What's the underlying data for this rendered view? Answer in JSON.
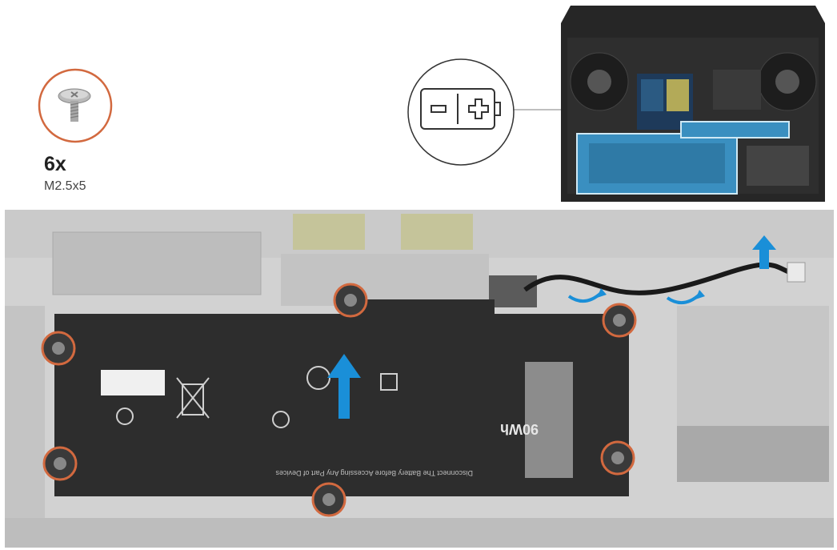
{
  "legend": {
    "screw_count": "6x",
    "screw_size": "M2.5x5"
  },
  "battery": {
    "capacity_text": "90Wh",
    "warning_text": "Disconnect The Battery Before Accessing Any Part of Devices"
  },
  "colors": {
    "callout_ring": "#d2693f",
    "battery_body": "#2d2d2d",
    "lift_arrow": "#1a8fd8",
    "battery_highlight": "#35a6d6"
  },
  "icons": {
    "battery_symbol": "battery-polarity-icon",
    "screw": "screw-icon",
    "lift_arrow": "arrow-up-icon",
    "route_arrow": "curved-arrow-icon"
  }
}
